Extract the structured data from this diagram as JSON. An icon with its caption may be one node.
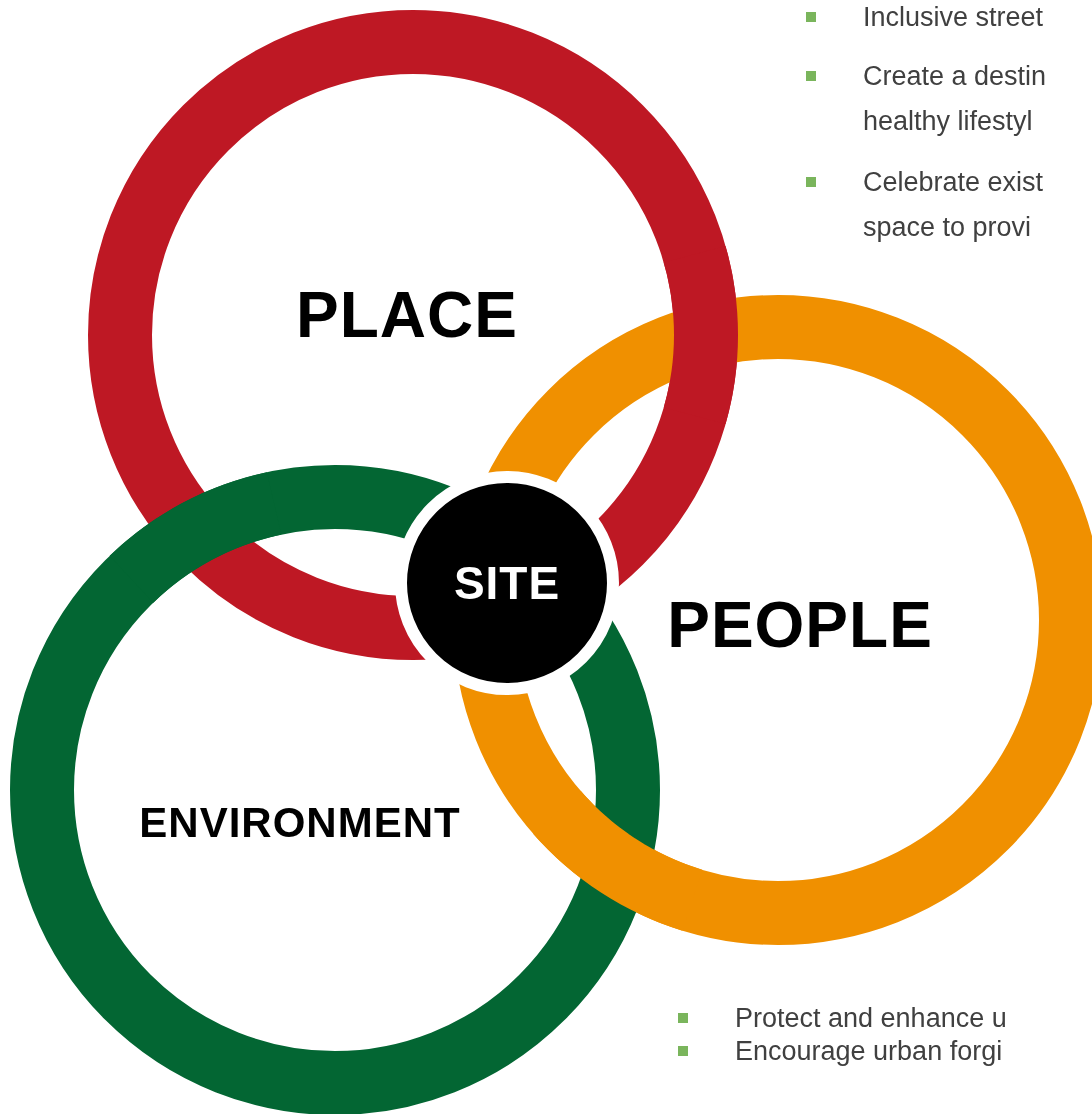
{
  "diagram": {
    "nodes": [
      {
        "text": [
          "PLACE"
        ]
      },
      {
        "text": [
          "PEOPLE"
        ]
      },
      {
        "text": [
          "ENVIRONMENT"
        ]
      },
      {
        "text": [
          "SITE"
        ]
      }
    ],
    "labels": [
      "Inclusive street",
      "Create a destin healthy lifestyl",
      "Celebrate exist space to provi",
      "Protect and enhance u",
      "Encourage urban forgi"
    ]
  }
}
